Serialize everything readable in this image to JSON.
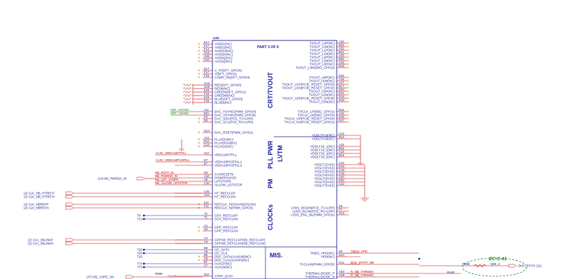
{
  "sheet": {
    "ref": "U3C",
    "part": "PART 3 OF 6",
    "ec_label": "EC-C-41"
  },
  "sections": {
    "crt_tvout": "CRT/TVOUT",
    "lvtm": "LVTM",
    "pll_pwr": "PLL PWR",
    "pm": "PM",
    "clocks": "CLOCKs",
    "mis": "MIS."
  },
  "left_pins": [
    {
      "num": "E17",
      "name": "AVDD1(NC)"
    },
    {
      "num": "F17",
      "name": "AVDD2(NC)"
    },
    {
      "num": "F14",
      "name": "AVDDDI(NC)"
    },
    {
      "num": "G15",
      "name": "AVSSDI(NC)"
    },
    {
      "num": "H15",
      "name": "AVDDQ(NC)"
    },
    {
      "num": "H14",
      "name": "AVSSQ(NC)"
    },
    {
      "num": "E17",
      "name": "C_Pr(DFT_GPIO5)"
    },
    {
      "num": "F17",
      "name": "Y(DFT_GPIO2)"
    },
    {
      "num": "F15",
      "name": "COMP_Pb(DFT_GPIO4)"
    },
    {
      "num": "G18",
      "name": "RED(DFT_GPIO0)"
    },
    {
      "num": "G19",
      "name": "REDb(NC)"
    },
    {
      "num": "E18",
      "name": "GREEN(DFT_GPIO1)"
    },
    {
      "num": "F18",
      "name": "GREENb(NC)"
    },
    {
      "num": "E19",
      "name": "BLUE(DFT_GPIO3)"
    },
    {
      "num": "F19",
      "name": "BLUEb(NC)"
    },
    {
      "num": "A11",
      "name": "DAC_HSYNC(PWM_GPIO4)"
    },
    {
      "num": "B11",
      "name": "DAC_VSYNC(PWM_GPIO6)"
    },
    {
      "num": "F8",
      "name": "DAC_SDA(PCE_TCALRN)"
    },
    {
      "num": "E8",
      "name": "DAC_SCL(PCE_RCALRN)"
    },
    {
      "num": "G14",
      "name": "DAC_RSET(PWM_GPIO1)"
    },
    {
      "num": "A12",
      "name": "PLLVDD(NC)"
    },
    {
      "num": "D14",
      "name": "PLLVDD18(NC)"
    },
    {
      "num": "C14",
      "name": "PLLVSS(NC)"
    },
    {
      "num": "H17",
      "name": "VDDA18HTPLL"
    },
    {
      "num": "D7",
      "name": "VDDA18PCIEPLL1"
    },
    {
      "num": "E7",
      "name": "VDDA18PCIEPLL2"
    },
    {
      "num": "D6",
      "name": "SYSRESETb"
    },
    {
      "num": "A10",
      "name": "POWERGOOD"
    },
    {
      "num": "A9",
      "name": "LDTSTOPb"
    },
    {
      "num": "C10",
      "name": "ALLOW_LDTSTOP"
    },
    {
      "num": "C25",
      "name": "HT_REFCLKP"
    },
    {
      "num": "C24",
      "name": "HT_REFCLKN"
    },
    {
      "num": "E11",
      "name": "REFCLK_P(OSCIN)(OSCIN)"
    },
    {
      "num": "F11",
      "name": "REFCLK_N(PWM_GPIO3)"
    },
    {
      "num": "T2",
      "name": "GFX_REFCLKP"
    },
    {
      "num": "T1",
      "name": "GFX_REFCLKN"
    },
    {
      "num": "U1",
      "name": "GPP_REFCLKP"
    },
    {
      "num": "U2",
      "name": "GPP_REFCLKN"
    },
    {
      "num": "V4",
      "name": "GPPSB_REFCLKP(SB_REFCLKP)"
    },
    {
      "num": "V3",
      "name": "GPPSB_REFCLKN(SB_REFCLKN)"
    },
    {
      "num": "B9",
      "name": "I2C_DATA"
    },
    {
      "num": "A8",
      "name": "I2C_CLK"
    },
    {
      "num": "B8",
      "name": "DDC_DATA(AUX0N)(NC)"
    },
    {
      "num": "A8",
      "name": "DDC_CLK(AUX0P)(NC)"
    },
    {
      "num": "B7",
      "name": "AUX1P(NC)"
    },
    {
      "num": "A7",
      "name": "AUX1N(NC)"
    },
    {
      "num": "B10",
      "name": "STRP_DATA"
    }
  ],
  "right_pins": [
    {
      "num": "A22",
      "name": "TXOUT_L0P(NC)"
    },
    {
      "num": "B22",
      "name": "TXOUT_L0N(NC)"
    },
    {
      "num": "A21",
      "name": "TXOUT_L1P(NC)"
    },
    {
      "num": "B21",
      "name": "TXOUT_L1N(NC)"
    },
    {
      "num": "A20",
      "name": "TXOUT_L2P(NC)"
    },
    {
      "num": "B20",
      "name": "TXOUT_L2N(NC)"
    },
    {
      "num": "A19",
      "name": "TXOUT_L3P(NC)"
    },
    {
      "num": "B19",
      "name": "TXOUT_L3N(DBG_GPIO2)"
    },
    {
      "num": "B18",
      "name": "TXOUT_U0P(NC)"
    },
    {
      "num": "A18",
      "name": "TXOUT_U0N(NC)"
    },
    {
      "num": "A17",
      "name": "TXOUT_U1P(PCIE_RESET_GPIO3)"
    },
    {
      "num": "B17",
      "name": "TXOUT_U1N(PCIE_RESET_GPIO2)"
    },
    {
      "num": "D20",
      "name": "TXOUT_U2P(NC)"
    },
    {
      "num": "D21",
      "name": "TXOUT_U2N(NC)"
    },
    {
      "num": "D18",
      "name": "TXOUT_U3P(PCIE_RESET_GPIO5)"
    },
    {
      "num": "D19",
      "name": "TXOUT_U3N(NC)"
    },
    {
      "num": "B16",
      "name": "TXCLK_LP(DBG_GPIO1)"
    },
    {
      "num": "A16",
      "name": "TXCLK_LN(DBG_GPIO3)"
    },
    {
      "num": "D16",
      "name": "TXCLK_UP(PCIE_RESET_GPIO4)"
    },
    {
      "num": "D17",
      "name": "TXCLK_UN(PCIE_RESET_GPIO1)"
    },
    {
      "num": "A13",
      "name": "VDDLTP18(NC)"
    },
    {
      "num": "B13",
      "name": "VDDLTP18(NC)"
    },
    {
      "num": "A15",
      "name": "VDDLT18_1(NC)"
    },
    {
      "num": "B15",
      "name": "VDDLT18_2(NC)"
    },
    {
      "num": "A14",
      "name": "VDDLT33_1(NC)"
    },
    {
      "num": "B14",
      "name": "VDDLT33_2(NC)"
    },
    {
      "num": "C14",
      "name": "VSSLT1(VSS)"
    },
    {
      "num": "D15",
      "name": "VSSLT2(VSS)"
    },
    {
      "num": "C16",
      "name": "VSSLT3(VSS)"
    },
    {
      "num": "C18",
      "name": "VSSLT4(VSS)"
    },
    {
      "num": "C20",
      "name": "VSSLT5(VSS)"
    },
    {
      "num": "E20",
      "name": "VSSLT6(VSS)"
    },
    {
      "num": "C22",
      "name": "VSSLT7(VSS)"
    },
    {
      "num": "E9",
      "name": "LVDS_DIGON(PCE_TCALRP)"
    },
    {
      "num": "F7",
      "name": "LVDS_BLON(PCE_RCALRP)"
    },
    {
      "num": "G12",
      "name": "LVDS_ENA_BL(PWM_GPIO2)"
    },
    {
      "num": "D9",
      "name": "TMDS_HPD(NC)"
    },
    {
      "num": "D10",
      "name": "HPD(NC)"
    },
    {
      "num": "D12",
      "name": "TVCLKIN(PWM_GPIO5)"
    },
    {
      "num": "AE8",
      "name": "THERMALDIODE_P"
    },
    {
      "num": "AD8",
      "name": "THERMALDIODE_N"
    }
  ],
  "left_nets": [
    {
      "text": "CRT_HSYNC",
      "color": "#008000"
    },
    {
      "text": "CRT_VSYNC",
      "color": "#008000"
    },
    {
      "text": "+1.8V_VDDA18HTPLL",
      "color": "#c00000"
    },
    {
      "text": "+1.8V_VDDA18PCIEPLL",
      "color": "#c00000"
    },
    {
      "text": "NB_RST#_IN",
      "color": "#c00000"
    },
    {
      "text": "NB_PWRGD_IN",
      "color": "#c00000"
    },
    {
      "text": "NB_LDT_STOP#",
      "color": "#c00000"
    },
    {
      "text": "NB_ALLOW_LDTSTOP",
      "color": "#c00000"
    }
  ],
  "offpage": [
    {
      "text": "(14)  NB_PWRGD_IN"
    },
    {
      "text": "(2)  CLK_NB_HTREFP"
    },
    {
      "text": "(2)  CLK_NB_HTREFN"
    },
    {
      "text": "(2)  CLK_NBREFP"
    },
    {
      "text": "(2)  CLK_NBREFN"
    },
    {
      "text": "(2)  CLK_SBLINKP"
    },
    {
      "text": "(2)  CLK_SBLINKN"
    },
    {
      "text": "(47)  HB_CORE_ON"
    },
    {
      "text": "BUS_STAT#  (11)"
    }
  ],
  "testpoints": [
    "T8",
    "T13",
    "T26",
    "T28",
    "T29",
    "T74",
    "T75"
  ],
  "right_nets": [
    {
      "text": "TMDS_HPD"
    },
    {
      "text": "BUS_STAT#_NB"
    },
    {
      "text": "R_NB_THRMDA"
    },
    {
      "text": "R_NB_THRMDC"
    }
  ],
  "components": [
    {
      "ref": "R858"
    },
    {
      "ref": "R859"
    },
    {
      "ref": "R440"
    },
    {
      "ref": "Q85_4"
    }
  ]
}
